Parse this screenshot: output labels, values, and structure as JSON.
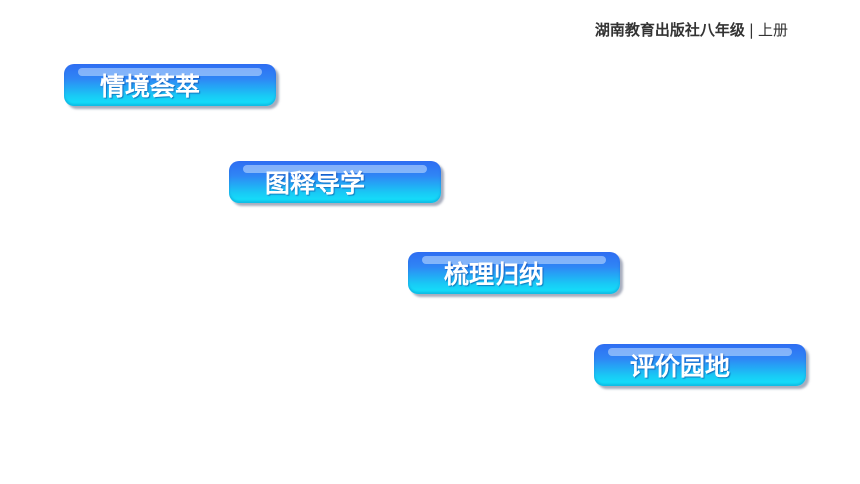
{
  "header": {
    "publisher": "湖南教育出版社八年级",
    "separator": "|",
    "volume": "上册"
  },
  "nav": {
    "items": [
      {
        "label": "情境荟萃"
      },
      {
        "label": "图释导学"
      },
      {
        "label": "梳理归纳"
      },
      {
        "label": "评价园地"
      }
    ]
  },
  "colors": {
    "button_top": "#2f6df2",
    "button_bottom": "#12e6fb",
    "button_text": "#ffffff",
    "header_text": "#333333"
  }
}
